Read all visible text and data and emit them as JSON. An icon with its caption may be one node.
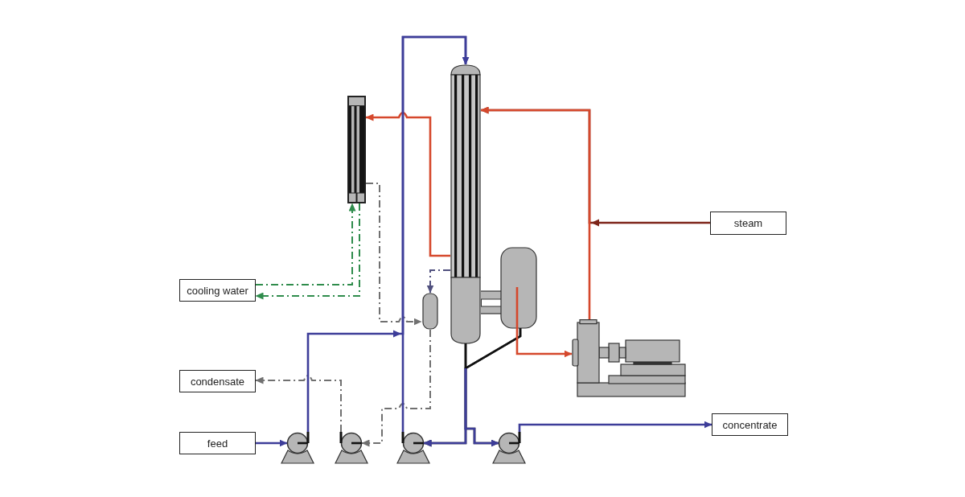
{
  "diagram": {
    "nodes": [
      {
        "text": [],
        "shape": "cylinder"
      },
      {
        "text": [],
        "shape": "box"
      },
      {
        "text": [],
        "shape": "cylinder"
      },
      {
        "text": [
          "steam"
        ]
      },
      {
        "text": [
          "cooling water"
        ]
      },
      {
        "text": [],
        "shape": "cylinder"
      },
      {
        "text": [],
        "shape": "picture"
      },
      {
        "text": [
          "condensate"
        ]
      },
      {
        "text": [
          "feed"
        ]
      },
      {
        "text": [],
        "shape": "picture"
      },
      {
        "text": [],
        "shape": "picture"
      },
      {
        "text": [],
        "shape": "picture"
      },
      {
        "text": [],
        "shape": "picture"
      },
      {
        "text": [
          "concentrate"
        ]
      }
    ],
    "edges": [
      {
        "from": 3,
        "to": 0,
        "arrow": "to",
        "color": "#7d2419"
      },
      {
        "from": 6,
        "to": 0,
        "arrow": "to",
        "color": "#d5482c"
      },
      {
        "from": 0,
        "to": 1,
        "arrow": "to",
        "color": "#d5482c"
      },
      {
        "from": 2,
        "to": 6,
        "arrow": "to",
        "color": "#d5482c"
      },
      {
        "from": 4,
        "to": 1,
        "arrow": "to",
        "style": "dashed",
        "color": "#2f8c4c"
      },
      {
        "from": 1,
        "to": 4,
        "arrow": "to",
        "style": "dashed",
        "color": "#2f8c4c"
      },
      {
        "from": 1,
        "to": 5,
        "arrow": "to",
        "style": "dashed",
        "color": "#707070"
      },
      {
        "from": 0,
        "to": 5,
        "arrow": "to",
        "style": "dashed",
        "color": "#50507e"
      },
      {
        "from": 5,
        "to": 10,
        "arrow": "to",
        "style": "dashed",
        "color": "#707070"
      },
      {
        "from": 10,
        "to": 7,
        "arrow": "to",
        "style": "dashed",
        "color": "#707070"
      },
      {
        "from": 8,
        "to": 9,
        "arrow": "to"
      },
      {
        "from": 9,
        "to": 0,
        "arrow": "to"
      },
      {
        "from": 11,
        "to": 0,
        "arrow": "to"
      },
      {
        "from": 0,
        "to": 11,
        "arrow": "to"
      },
      {
        "from": 0,
        "to": 12,
        "arrow": "to"
      },
      {
        "from": 2,
        "to": 11,
        "arrow": "to",
        "color": "#111111"
      },
      {
        "from": 2,
        "to": 12,
        "arrow": "to",
        "color": "#111111"
      },
      {
        "from": 12,
        "to": 13,
        "arrow": "to"
      }
    ]
  }
}
